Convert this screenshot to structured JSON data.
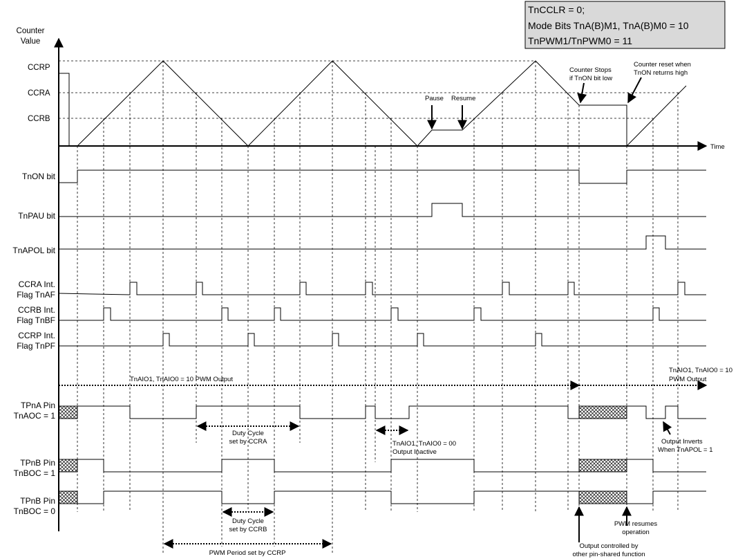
{
  "mode_box": {
    "line1": "TnCCLR = 0;",
    "line2": "Mode Bits TnA(B)M1, TnA(B)M0 = 10",
    "line3": "TnPWM1/TnPWM0 = 11"
  },
  "counter_axis": {
    "title_line1": "Counter",
    "title_line2": "Value",
    "levels": [
      "CCRP",
      "CCRA",
      "CCRB"
    ],
    "time_label": "Time"
  },
  "signals": [
    {
      "id": "tnon",
      "line1": "TnON bit",
      "line2": ""
    },
    {
      "id": "tnpau",
      "line1": "TnPAU bit",
      "line2": ""
    },
    {
      "id": "tnapol",
      "line1": "TnAPOL bit",
      "line2": ""
    },
    {
      "id": "ccra_flag",
      "line1": "CCRA Int.",
      "line2": "Flag TnAF"
    },
    {
      "id": "ccrb_flag",
      "line1": "CCRB Int.",
      "line2": "Flag TnBF"
    },
    {
      "id": "ccrp_flag",
      "line1": "CCRP Int.",
      "line2": "Flag TnPF"
    },
    {
      "id": "tpna",
      "line1": "TPnA Pin",
      "line2": "TnAOC = 1"
    },
    {
      "id": "tpnb1",
      "line1": "TPnB Pin",
      "line2": "TnBOC = 1"
    },
    {
      "id": "tpnb0",
      "line1": "TPnB Pin",
      "line2": "TnBOC = 0"
    }
  ],
  "annotations": {
    "pause": "Pause",
    "resume": "Resume",
    "counter_stops_1": "Counter Stops",
    "counter_stops_2": "if TnON bit low",
    "counter_reset_1": "Counter reset when",
    "counter_reset_2": "TnON returns high",
    "aio_pwm": "TnAIO1, TnAIO0 = 10   PWM Output",
    "aio_pwm_right_1": "TnAIO1, TnAIO0 = 10",
    "aio_pwm_right_2": "PWM Output",
    "duty_a_1": "Duty Cycle",
    "duty_a_2": "set by CCRA",
    "aio_inactive_1": "TnAIO1, TnAIO0 = 00",
    "aio_inactive_2": "Output Inactive",
    "output_inverts_1": "Output Inverts",
    "output_inverts_2": "When TnAPOL = 1",
    "duty_b_1": "Duty Cycle",
    "duty_b_2": "set by CCRB",
    "pwm_resumes_1": "PWM resumes",
    "pwm_resumes_2": "operation",
    "period": "PWM Period set by CCRP",
    "output_ctrl_1": "Output controlled by",
    "output_ctrl_2": "other pin-shared function"
  },
  "colors": {
    "box_fill": "#d9d9d9",
    "line": "#000000"
  }
}
